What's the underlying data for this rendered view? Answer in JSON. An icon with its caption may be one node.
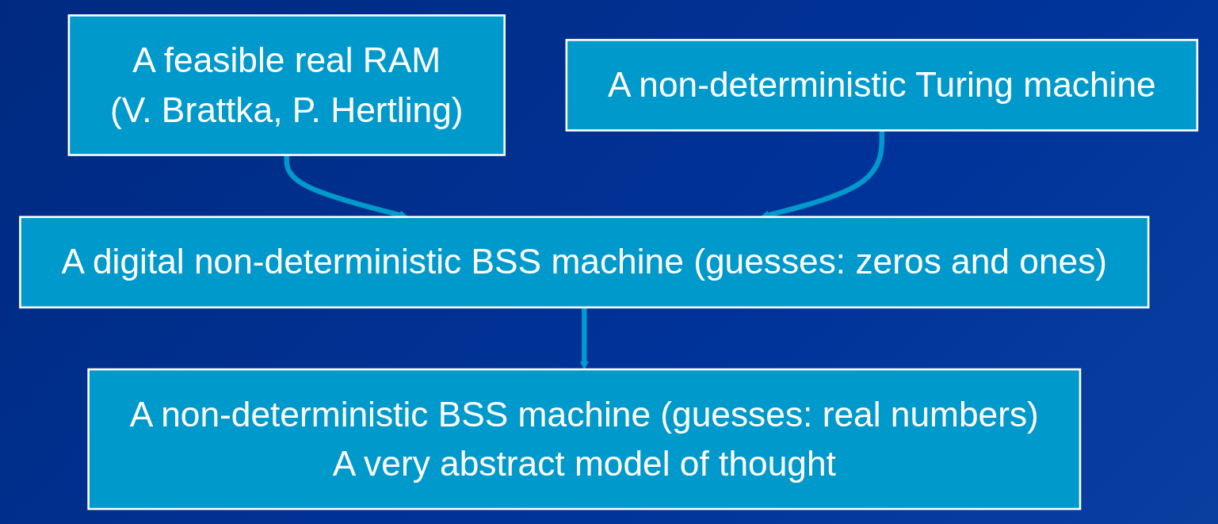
{
  "diagram": {
    "nodes": [
      {
        "text": [
          "A feasible real RAM",
          "(V. Brattka, P. Hertling)"
        ]
      },
      {
        "text": [
          "A non-deterministic Turing machine"
        ]
      },
      {
        "text": [
          "A digital non-deterministic BSS machine (guesses: zeros and ones)"
        ]
      },
      {
        "text": [
          "A non-deterministic BSS machine (guesses: real numbers)",
          "A very abstract model of thought"
        ]
      }
    ],
    "edges": [
      {
        "from": 0,
        "to": 2,
        "arrow": "to"
      },
      {
        "from": 1,
        "to": 2,
        "arrow": "to"
      },
      {
        "from": 2,
        "to": 3,
        "arrow": "to"
      }
    ]
  }
}
